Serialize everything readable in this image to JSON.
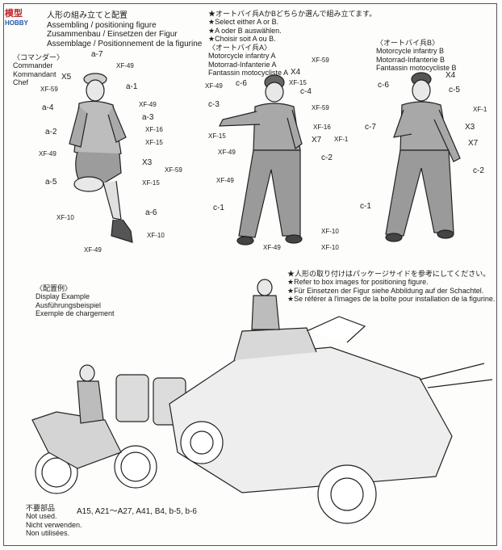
{
  "watermark": {
    "text": "模型",
    "sub": "HOBBY"
  },
  "header": {
    "jp": "人形の組み立てと配置",
    "en": "Assembling / positioning figure",
    "de": "Zusammenbau / Einsetzen der Figur",
    "fr": "Assemblage / Positionnement de la figurine"
  },
  "choose": {
    "jp": "★オートバイ兵AかBどちらか選んで組み立てます。",
    "en": "★Select either A or B.",
    "de": "★A oder B auswählen.",
    "fr": "★Choisir soit A ou B."
  },
  "commander": {
    "jp": "〈コマンダー〉",
    "en": "Commander",
    "de": "Kommandant",
    "fr": "Chef"
  },
  "moto_a": {
    "jp": "〈オートバイ兵A〉",
    "en": "Motorcycle infantry A",
    "de": "Motorrad-Infanterie A",
    "fr": "Fantassin motocycliste A"
  },
  "moto_b": {
    "jp": "〈オートバイ兵B〉",
    "en": "Motorcycle infantry B",
    "de": "Motorrad-Infanterie B",
    "fr": "Fantassin motocycliste B"
  },
  "labels_commander": [
    "a-7",
    "X5",
    "XF-49",
    "XF-59",
    "a-1",
    "a-4",
    "XF-49",
    "a-3",
    "a-2",
    "XF-16",
    "XF-15",
    "XF-49",
    "X3",
    "XF-59",
    "a-5",
    "XF-15",
    "a-6",
    "XF-10",
    "XF-10",
    "XF-49"
  ],
  "labels_a": [
    "XF-59",
    "X4",
    "c-6",
    "XF-49",
    "XF-15",
    "c-4",
    "c-3",
    "XF-59",
    "XF-16",
    "XF-15",
    "X7",
    "XF-1",
    "XF-49",
    "c-2",
    "XF-49",
    "c-1",
    "XF-10",
    "XF-49",
    "XF-10"
  ],
  "labels_b": [
    "X4",
    "c-6",
    "c-5",
    "XF-1",
    "c-7",
    "X3",
    "X7",
    "c-2",
    "c-1"
  ],
  "positioning": {
    "jp": "★人形の取り付けはパッケージサイドを参考にしてください。",
    "en": "★Refer to box images for positioning figure.",
    "de": "★Für Einsetzen der Figur siehe Abbildung auf der Schachtel.",
    "fr": "★Se référer à l'images de la boîte pour installation de la figurine."
  },
  "display": {
    "jp": "〈配置例〉",
    "en": "Display Example",
    "de": "Ausführungsbeispiel",
    "fr": "Exemple de chargement"
  },
  "notused": {
    "jp": "不要部品",
    "en": "Not used.",
    "de": "Nicht verwenden.",
    "fr": "Non utilisées."
  },
  "unused_parts": "A15, A21～A27, A41, B4, b-5, b-6"
}
